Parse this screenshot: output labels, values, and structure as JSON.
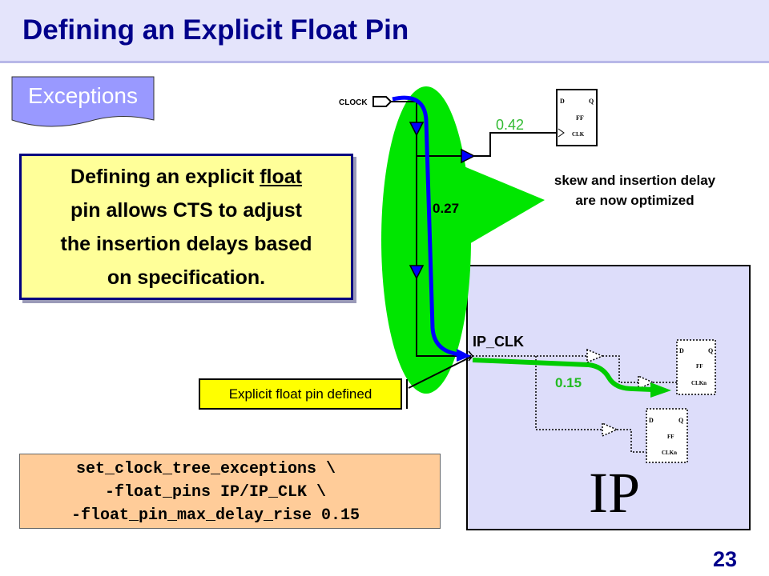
{
  "header": {
    "title": "Defining an Explicit Float Pin"
  },
  "section_tag": {
    "label": "Exceptions"
  },
  "callout": {
    "line1": "Defining an explicit ",
    "underlined": "float",
    "line2": "pin allows CTS to adjust",
    "line3": "the  insertion delays based",
    "line4": "on specification."
  },
  "diagram": {
    "clock_port": "CLOCK",
    "delay_top_ff": "0.42",
    "delay_trunk": "0.27",
    "ip_pin": "IP_CLK",
    "delay_ip": "0.15",
    "ip_block": "IP",
    "ff_top": {
      "d": "D",
      "q": "Q",
      "name": "FF",
      "clk": "CLK"
    },
    "ff_ip1": {
      "d": "D",
      "q": "Q",
      "name": "FF",
      "clk": "CLKn"
    },
    "ff_ip2": {
      "d": "D",
      "q": "Q",
      "name": "FF",
      "clk": "CLKn"
    },
    "note_line1": "skew and insertion delay",
    "note_line2": "are now optimized",
    "float_pin_label": "Explicit float pin defined"
  },
  "code": {
    "lines": [
      "set_clock_tree_exceptions \\",
      "   -float_pins IP/IP_CLK \\",
      "  -float_pin_max_delay_rise 0.15"
    ]
  },
  "page_number": "23",
  "colors": {
    "title": "#00008b",
    "green": "#00e600",
    "blue": "#0000ff",
    "ip_bg": "#ddddfa"
  }
}
